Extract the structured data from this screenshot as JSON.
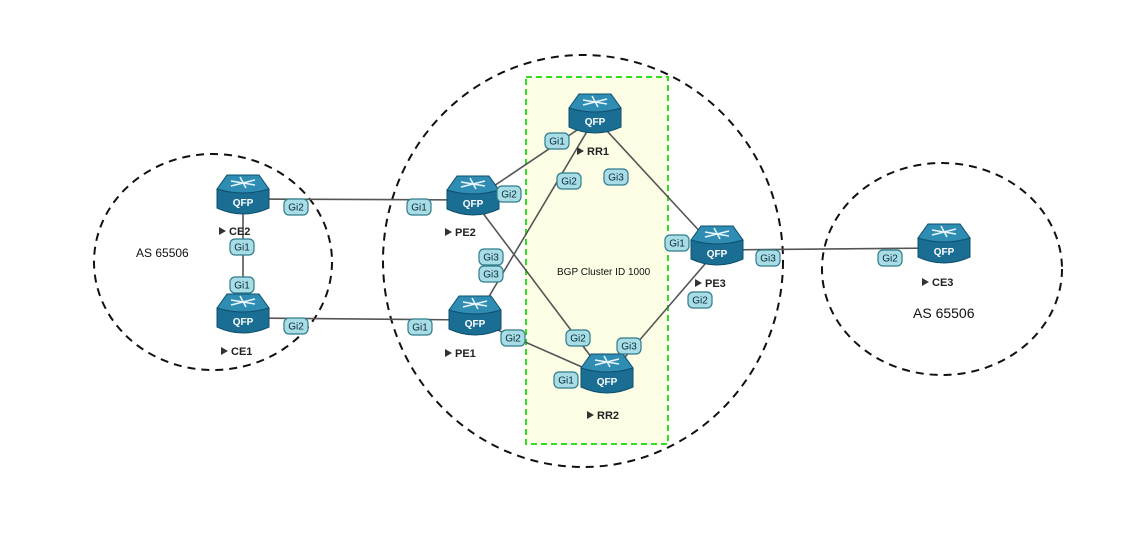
{
  "router_badge": "QFP",
  "colors": {
    "router_top": "#2f8db4",
    "router_body": "#1a6e93",
    "router_dark": "#0e4f6d",
    "port_fill": "#a8dde6",
    "port_stroke": "#2f7c8c",
    "link": "#555555",
    "cluster_border": "#33dd22",
    "cluster_fill": "#fdfde6",
    "zone_border": "#111111"
  },
  "annotations": {
    "as_left": "AS 65506",
    "as_right": "AS 65506",
    "cluster": "BGP Cluster ID 1000"
  },
  "routers": [
    {
      "id": "CE2",
      "label": "CE2"
    },
    {
      "id": "CE1",
      "label": "CE1"
    },
    {
      "id": "PE2",
      "label": "PE2"
    },
    {
      "id": "PE1",
      "label": "PE1"
    },
    {
      "id": "RR1",
      "label": "RR1"
    },
    {
      "id": "RR2",
      "label": "RR2"
    },
    {
      "id": "PE3",
      "label": "PE3"
    },
    {
      "id": "CE3",
      "label": "CE3"
    }
  ],
  "links": [
    {
      "from": "CE2",
      "from_port": "Gi2",
      "to": "PE2",
      "to_port": "Gi1"
    },
    {
      "from": "CE2",
      "from_port": "Gi1",
      "to": "CE1",
      "to_port": "Gi1"
    },
    {
      "from": "CE1",
      "from_port": "Gi2",
      "to": "PE1",
      "to_port": "Gi1"
    },
    {
      "from": "PE2",
      "from_port": "Gi2",
      "to": "RR1",
      "to_port": "Gi1"
    },
    {
      "from": "PE2",
      "from_port": "Gi3",
      "to": "RR2",
      "to_port": "Gi2"
    },
    {
      "from": "PE1",
      "from_port": "Gi3",
      "to": "RR1",
      "to_port": "Gi2"
    },
    {
      "from": "PE1",
      "from_port": "Gi2",
      "to": "RR2",
      "to_port": "Gi1"
    },
    {
      "from": "RR1",
      "from_port": "Gi3",
      "to": "PE3",
      "to_port": "Gi1"
    },
    {
      "from": "RR2",
      "from_port": "Gi3",
      "to": "PE3",
      "to_port": "Gi2"
    },
    {
      "from": "PE3",
      "from_port": "Gi3",
      "to": "CE3",
      "to_port": "Gi2"
    }
  ]
}
